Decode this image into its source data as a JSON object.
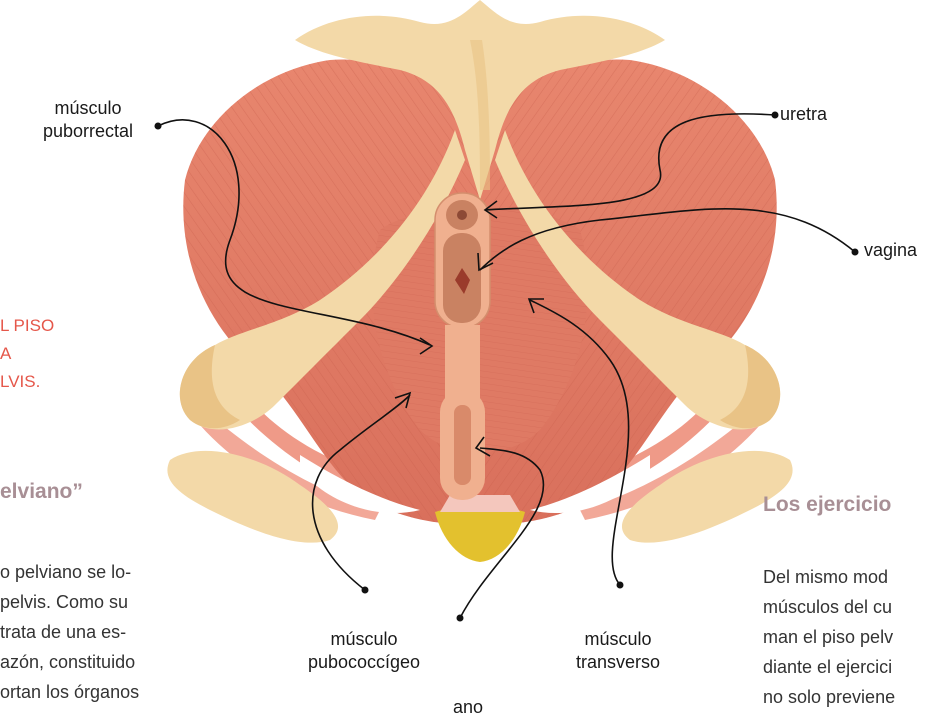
{
  "labels": {
    "musculo_puborrectal": "músculo\npuborrectal",
    "uretra": "uretra",
    "vagina": "vagina",
    "musculo_pubococcigeo": "músculo\npubococcígeo",
    "musculo_transverso": "músculo\ntransverso",
    "ano": "ano"
  },
  "left_column": {
    "red_caption": [
      "L PISO",
      "A",
      "LVIS."
    ],
    "heading": "elviano”",
    "paragraph": [
      "o pelviano se lo-",
      "pelvis. Como su",
      "trata de una es-",
      "azón, constituido",
      "ortan los órganos"
    ]
  },
  "right_column": {
    "heading": "Los ejercicio",
    "paragraph": [
      "Del mismo mod",
      "músculos del cu",
      "man el piso pelv",
      "diante el ejercici",
      "no solo previene"
    ]
  },
  "colors": {
    "muscle": "#e8826a",
    "muscle_dark": "#c95a48",
    "bone": "#f3d9a8",
    "bone_shade": "#e9c386",
    "coccyx": "#e3c12e",
    "red_text": "#e5574a",
    "heading_text": "#a88f95"
  }
}
